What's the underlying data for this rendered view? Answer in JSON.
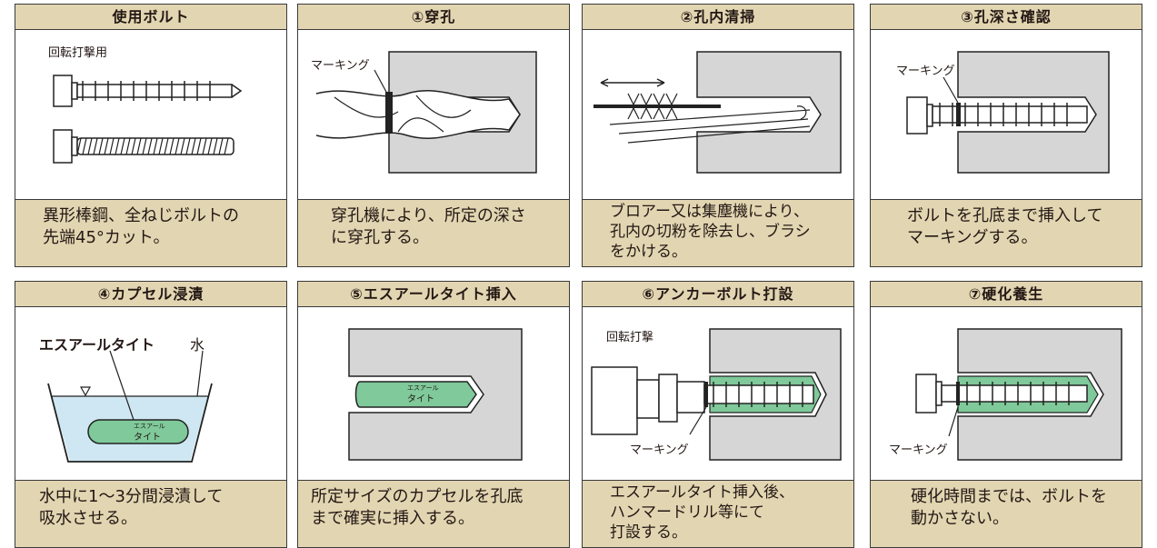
{
  "panels": [
    {
      "title": "使用ボルト",
      "desc": [
        "異形棒鋼、全ねじボルトの",
        "先端45°カット。"
      ],
      "labels": {
        "rotary": "回転打撃用"
      }
    },
    {
      "title": "①穿孔",
      "desc": [
        "穿孔機により、所定の深さ",
        "に穿孔する。"
      ],
      "labels": {
        "marking": "マーキング"
      }
    },
    {
      "title": "②孔内清掃",
      "desc": [
        "ブロアー又は集塵機により、",
        "孔内の切粉を除去し、ブラシ",
        "をかける。"
      ],
      "labels": {}
    },
    {
      "title": "③孔深さ確認",
      "desc": [
        "ボルトを孔底まで挿入して",
        "マーキングする。"
      ],
      "labels": {
        "marking": "マーキング"
      }
    },
    {
      "title": "④カプセル浸漬",
      "desc": [
        "水中に1〜3分間浸漬して",
        "吸水させる。"
      ],
      "labels": {
        "capsule": "エスアールタイト",
        "water": "水",
        "logo_small": "エスアール",
        "logo_main": "タイト"
      }
    },
    {
      "title": "⑤エスアールタイト挿入",
      "desc": [
        "所定サイズのカプセルを孔底",
        "まで確実に挿入する。"
      ],
      "labels": {
        "logo_small": "エスアール",
        "logo_main": "タイト"
      }
    },
    {
      "title": "⑥アンカーボルト打設",
      "desc": [
        "エスアールタイト挿入後、",
        "ハンマードリル等にて",
        "打設する。"
      ],
      "labels": {
        "rotary": "回転打撃",
        "marking": "マーキング"
      }
    },
    {
      "title": "⑦硬化養生",
      "desc": [
        "硬化時間までは、ボルトを",
        "動かさない。"
      ],
      "labels": {
        "marking": "マーキング"
      }
    }
  ],
  "colors": {
    "header": "#e2d5b1",
    "concrete": "#d6d6d6",
    "resin": "#7fc99a",
    "water": "#cfe7f3"
  }
}
